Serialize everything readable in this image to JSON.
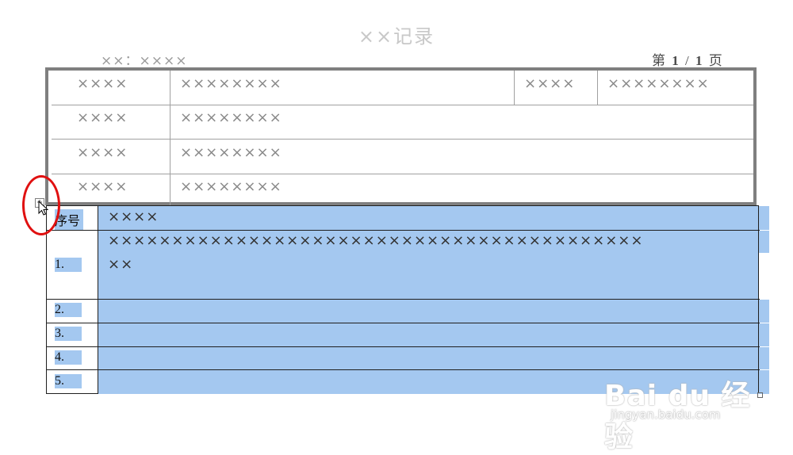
{
  "document": {
    "title": "××记录",
    "meta_left": "××：××××",
    "page_prefix": "第",
    "page_current": "1",
    "page_sep": "/",
    "page_total": "1",
    "page_suffix": "页"
  },
  "info_table": {
    "rows": [
      {
        "label": "××××",
        "value": "××××××××",
        "label2": "××××",
        "value2": "××××××××"
      },
      {
        "label": "××××",
        "value": "××××××××"
      },
      {
        "label": "××××",
        "value": "××××××××"
      },
      {
        "label": "××××",
        "value": "××××××××"
      }
    ]
  },
  "items_table": {
    "header_seq": "序号",
    "header_content": "××××",
    "rows": [
      {
        "seq": "1.",
        "content_line1": "××××××××××××××××××××××××××××××××××××××××××",
        "content_line2": "××"
      },
      {
        "seq": "2.",
        "content": ""
      },
      {
        "seq": "3.",
        "content": ""
      },
      {
        "seq": "4.",
        "content": ""
      },
      {
        "seq": "5.",
        "content": ""
      }
    ]
  },
  "watermark": {
    "logo": "Bai du 经验",
    "url": "jingyan.baidu.com"
  },
  "colors": {
    "selection": "#a4c8f0",
    "annotation_circle": "#e01010",
    "table_border": "#7f7f7f"
  },
  "icons": {
    "table_move_handle": "move-handle-icon",
    "cursor": "arrow-cursor-icon"
  }
}
